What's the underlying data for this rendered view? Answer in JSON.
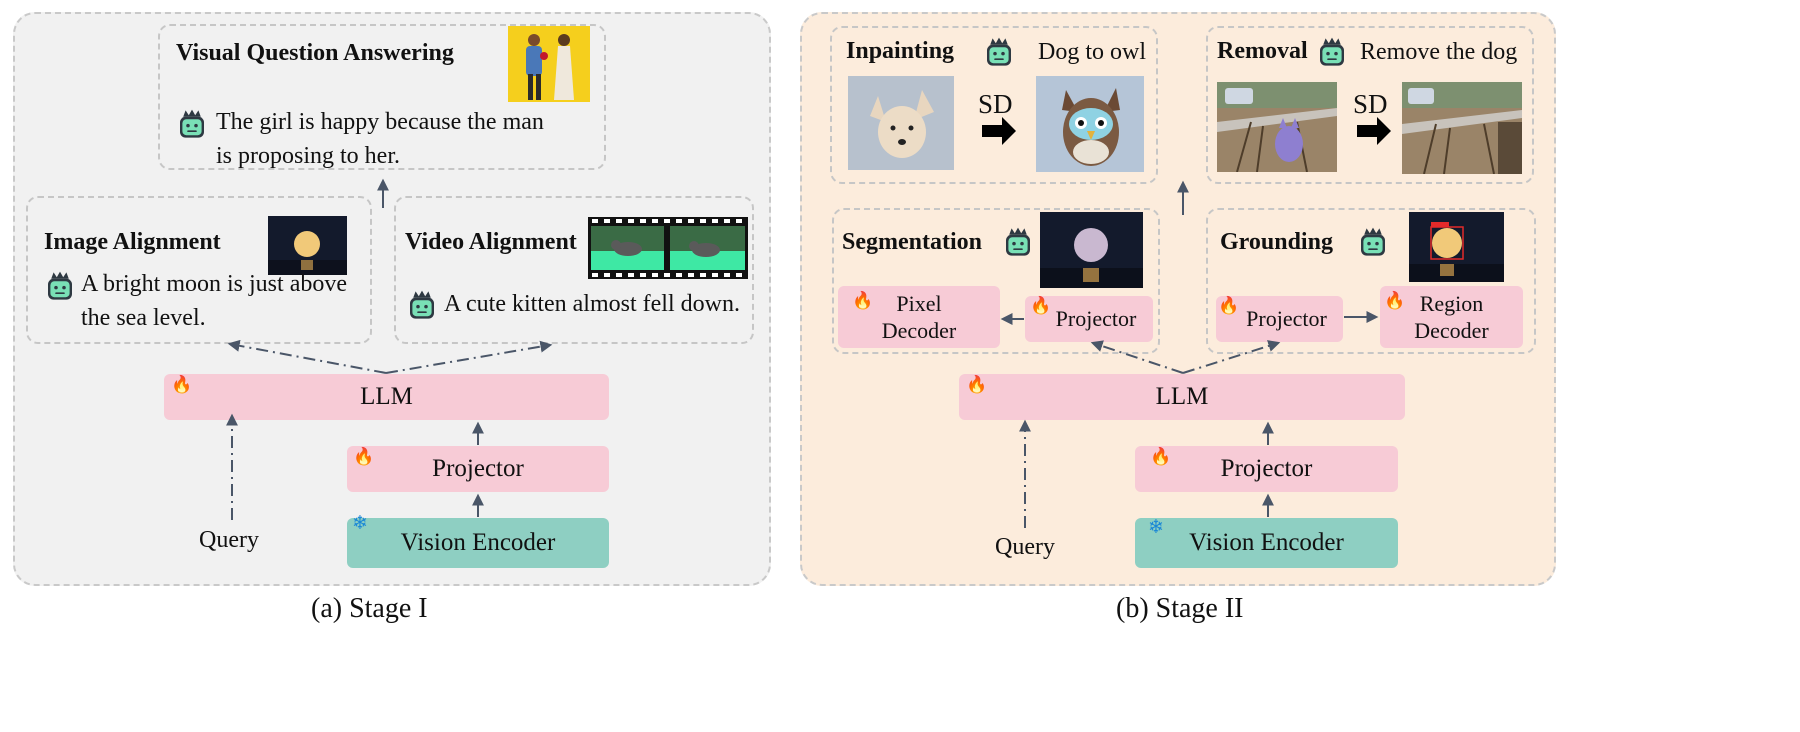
{
  "stage1": {
    "caption": "(a) Stage I",
    "vqa": {
      "title": "Visual Question Answering",
      "answer_line1": "The girl is happy because the man",
      "answer_line2": "is proposing to her."
    },
    "image_alignment": {
      "title": "Image Alignment",
      "answer_line1": "A bright moon is just above",
      "answer_line2": "the sea level."
    },
    "video_alignment": {
      "title": "Video Alignment",
      "answer": "A cute kitten almost fell down."
    },
    "llm_label": "LLM",
    "projector_label": "Projector",
    "vision_encoder_label": "Vision Encoder",
    "query_label": "Query"
  },
  "stage2": {
    "caption": "(b) Stage II",
    "inpainting": {
      "title": "Inpainting",
      "instruction": "Dog to owl",
      "sd_label": "SD"
    },
    "removal": {
      "title": "Removal",
      "instruction": "Remove the dog",
      "sd_label": "SD"
    },
    "segmentation": {
      "title": "Segmentation",
      "pixel_decoder_label": "Pixel Decoder",
      "projector_label": "Projector"
    },
    "grounding": {
      "title": "Grounding",
      "projector_label": "Projector",
      "region_decoder_label": "Region Decoder"
    },
    "llm_label": "LLM",
    "projector_label": "Projector",
    "vision_encoder_label": "Vision Encoder",
    "query_label": "Query"
  },
  "colors": {
    "stage1_bg": "#f1f1f1",
    "stage2_bg": "#fcecdc",
    "trainable_block": "#f7cbd6",
    "frozen_block": "#8ecfc2",
    "arrow": "#4a5668",
    "robot_icon": "#79e0b6"
  },
  "icons": {
    "trainable": "flame-icon",
    "frozen": "snowflake-icon",
    "assistant": "robot-icon",
    "transform": "right-arrow-icon"
  }
}
